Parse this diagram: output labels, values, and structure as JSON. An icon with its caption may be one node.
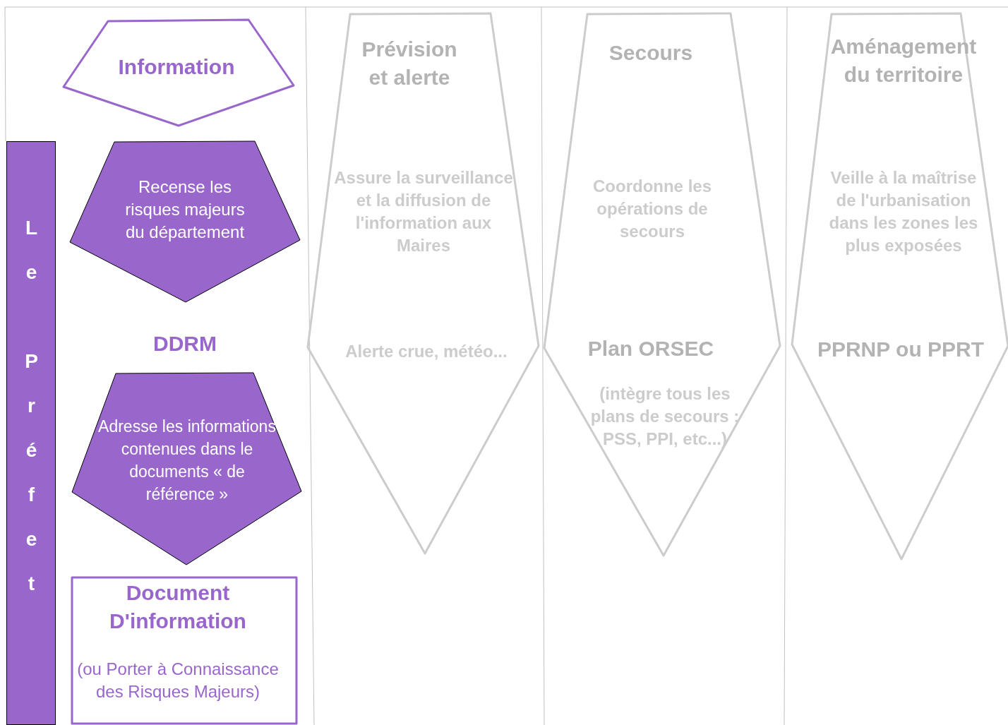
{
  "diagram": {
    "nodes": [
      {
        "text": [
          "Le Préfet"
        ]
      },
      {
        "text": [
          "Information"
        ]
      },
      {
        "text": [
          "Recense les risques majeurs du département"
        ]
      },
      {
        "text": [
          "Adresse les informations contenues dans le documents « de référence »"
        ]
      },
      {
        "text": [
          "Document D'information",
          "(ou Porter à Connaissance des Risques Majeurs)"
        ]
      },
      {
        "text": [
          "Prévision et alerte",
          "Assure la surveillance et la diffusion de l'information aux Maires",
          "Alerte crue, météo..."
        ]
      },
      {
        "text": [
          "Secours",
          "Coordonne les opérations de secours",
          "Plan ORSEC",
          "(intègre tous les plans de secours : PSS, PPI, etc...)"
        ]
      },
      {
        "text": [
          "Aménagement du territoire",
          "Veille à la maîtrise de l'urbanisation dans les zones les plus exposées",
          "PPRNP ou PPRT"
        ]
      }
    ],
    "edges": [],
    "labels": [
      "DDRM"
    ]
  }
}
